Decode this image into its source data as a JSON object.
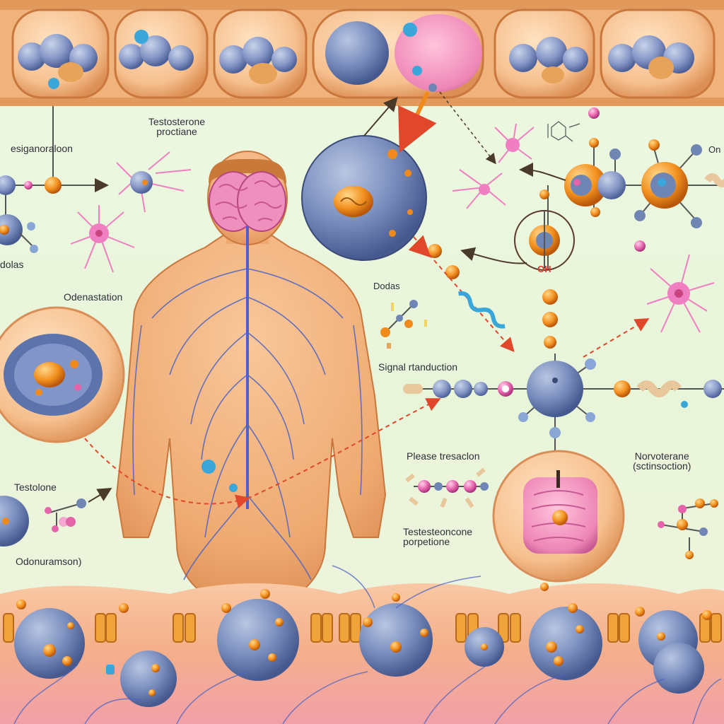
{
  "labels": {
    "testosterone_production_top": "Testosterone\nproctiane",
    "esiganoration": "esiganoraloon",
    "dolas": "dolas",
    "odenastation": "Odenastation",
    "dodas": "Dodas",
    "signal_transduction": "Signal rtanduction",
    "please_treaction": "Please tresaclon",
    "norvoterane": "Norvoterane\n(sctinsoction)",
    "testosterone_left": "Testolone",
    "odonuramson": "Odonuramson)",
    "testosterone_production_bottom": "Testesteoncone\nporpetione",
    "ion_label": "OH",
    "on_label": "On"
  },
  "colors": {
    "background": "#e9f6dc",
    "cell_membrane": "#f3b57e",
    "cell_outline": "#c9773c",
    "nucleus_blue": "#6f86b5",
    "molecule_orange": "#f08a1c",
    "molecule_pink": "#e563a8",
    "neuron_pink": "#ef7fc0",
    "skin": "#f2b27f",
    "nerve_blue": "#4b63c4",
    "arrow_red": "#e0472b"
  },
  "icons": {
    "brain": "brain-icon",
    "neuron": "neuron-icon",
    "molecule": "molecule-icon",
    "cell": "cell-icon",
    "receptor": "receptor-icon"
  }
}
